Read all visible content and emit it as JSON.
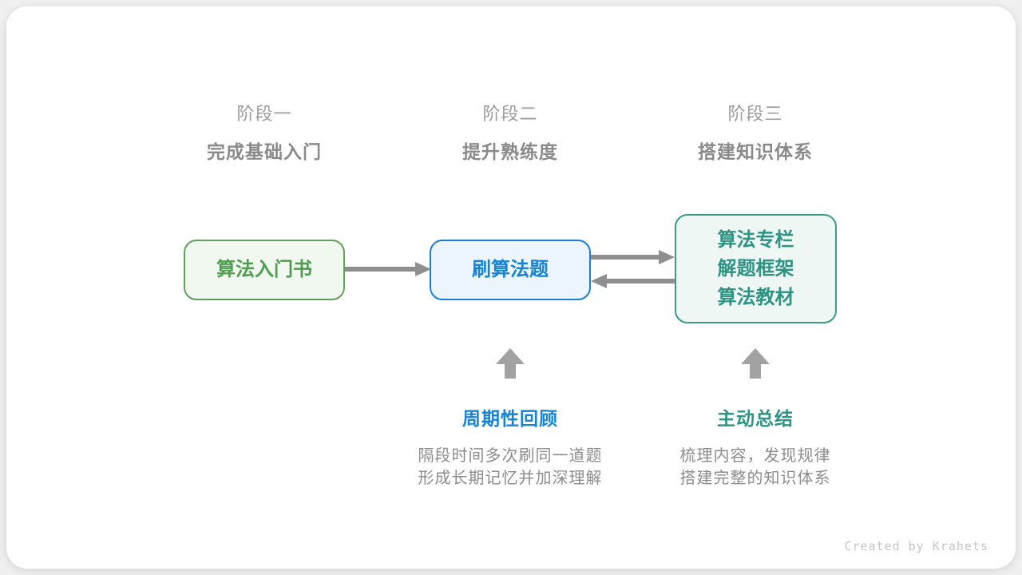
{
  "colors": {
    "green_border": "#5fa05c",
    "green_bg": "#f1f8f0",
    "green_text": "#4f9d4f",
    "blue_border": "#1a7fd4",
    "blue_bg": "#ecf5fc",
    "blue_text": "#1583d6",
    "teal_border": "#3d9a89",
    "teal_bg": "#eff7f5",
    "teal_text": "#2d9483",
    "arrow": "#8f8f8f",
    "up_arrow": "#a2a2a2",
    "stage_label": "#9b9b9b",
    "stage_subtitle": "#8a8a8a",
    "desc_text": "#8c8c8c",
    "credit": "#c6c6c6"
  },
  "stages": [
    {
      "label": "阶段一",
      "subtitle": "完成基础入门"
    },
    {
      "label": "阶段二",
      "subtitle": "提升熟练度"
    },
    {
      "label": "阶段三",
      "subtitle": "搭建知识体系"
    }
  ],
  "nodes": [
    {
      "id": "intro-book",
      "lines": [
        "算法入门书"
      ]
    },
    {
      "id": "practice-problems",
      "lines": [
        "刷算法题"
      ]
    },
    {
      "id": "knowledge-resources",
      "lines": [
        "算法专栏",
        "解题框架",
        "算法教材"
      ]
    }
  ],
  "annotations": [
    {
      "title": "周期性回顾",
      "desc_lines": [
        "隔段时间多次刷同一道题",
        "形成长期记忆并加深理解"
      ]
    },
    {
      "title": "主动总结",
      "desc_lines": [
        "梳理内容，发现规律",
        "搭建完整的知识体系"
      ]
    }
  ],
  "credit": "Created by Krahets"
}
